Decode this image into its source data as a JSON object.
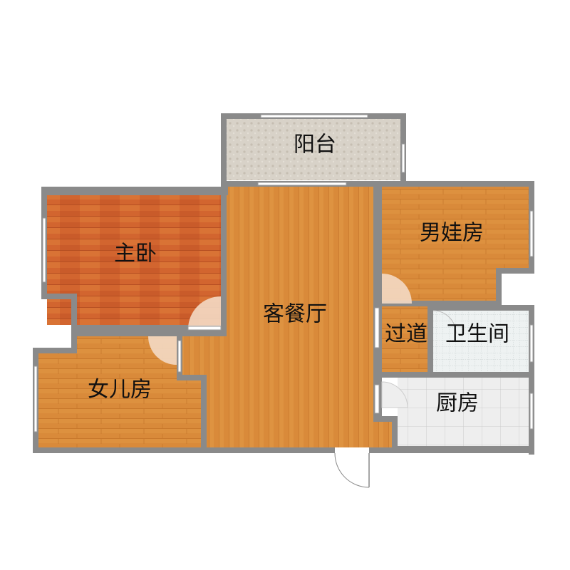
{
  "rooms": {
    "balcony": "阳台",
    "master_bedroom": "主卧",
    "living_dining": "客餐厅",
    "boys_room": "男娃房",
    "girls_room": "女儿房",
    "corridor": "过道",
    "bathroom": "卫生间",
    "kitchen": "厨房"
  },
  "colors": {
    "wall": "#8a8a8a",
    "floor_wood": "#d98a3a",
    "floor_master": "#d2652f",
    "balcony_tile": "#d8d2c8",
    "bathroom_tile": "#eef2f2",
    "kitchen_tile": "#eeeeee",
    "window": "#ffffff",
    "door_arc": "#f3d9c4"
  }
}
